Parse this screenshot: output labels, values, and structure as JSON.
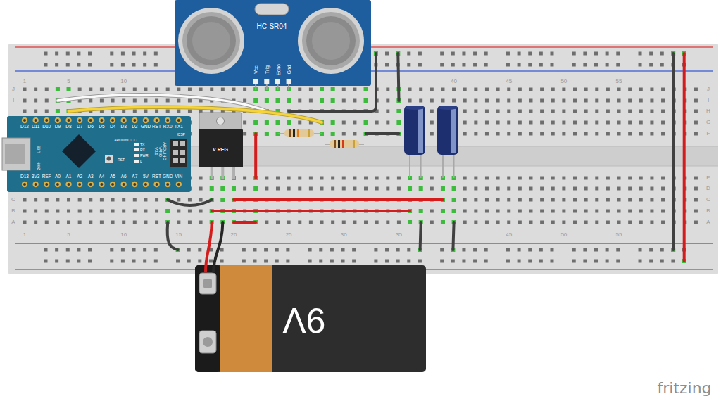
{
  "diagram": {
    "nodes": [
      {
        "text": [
          "HC-SR04",
          "Vcc",
          "Trig",
          "Echo",
          "Gnd"
        ]
      },
      {
        "text": [
          "D12",
          "D11",
          "D10",
          "D9",
          "D8",
          "D7",
          "D6",
          "D5",
          "D4",
          "D3",
          "D2",
          "GND",
          "RST",
          "RX0",
          "TX1",
          "D13",
          "3V3",
          "REF",
          "A0",
          "A1",
          "A2",
          "A3",
          "A4",
          "A5",
          "A6",
          "A7",
          "5V",
          "RST",
          "GND",
          "VIN",
          "ARDUINO.CC",
          "ARDUINO NANO V3.0",
          "ICSP",
          "TX",
          "RX",
          "PWR",
          "L",
          "RST",
          "USB",
          "2009"
        ]
      },
      {
        "text": [
          "V REG"
        ]
      },
      {
        "text": [
          "9V"
        ]
      }
    ],
    "labels": [
      "1",
      "5",
      "10",
      "40",
      "45",
      "50",
      "55",
      "J",
      "I",
      "C",
      "B",
      "A",
      "J",
      "I",
      "H",
      "G",
      "F",
      "E",
      "D",
      "C",
      "B",
      "A",
      "1",
      "5",
      "10",
      "15",
      "20",
      "25",
      "30",
      "35",
      "45",
      "50",
      "55",
      "fritzing"
    ]
  }
}
